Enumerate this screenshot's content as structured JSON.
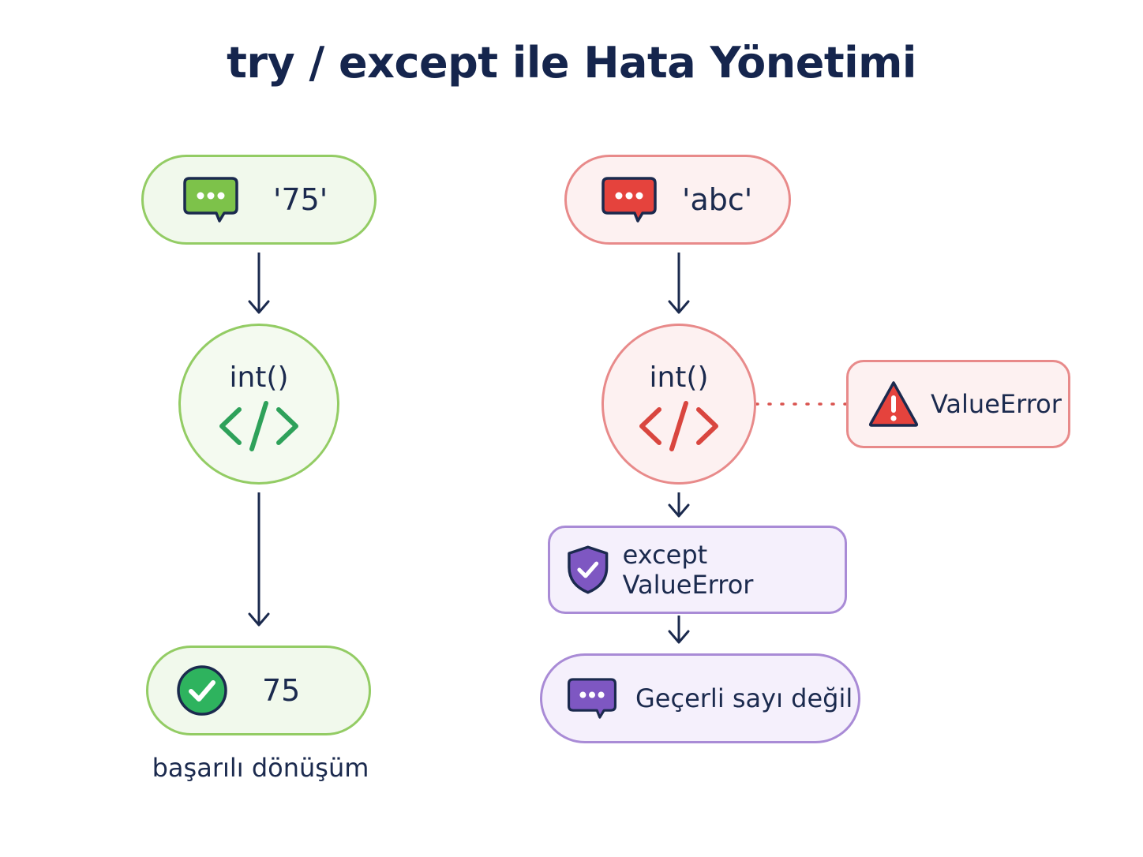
{
  "title": "try / except ile Hata Yönetimi",
  "success_flow": {
    "input_value": "'75'",
    "function_label": "int()",
    "result_value": "75",
    "caption": "başarılı dönüşüm"
  },
  "error_flow": {
    "input_value": "'abc'",
    "function_label": "int()",
    "error_label": "ValueError",
    "except_label": "except ValueError",
    "message_label": "Geçerli sayı değil"
  },
  "colors": {
    "green_border": "#93cc64",
    "red_border": "#e88a8a",
    "purple_border": "#a98bd6",
    "navy_text": "#1b2a4e"
  },
  "icons": [
    "chat-bubble-icon",
    "code-brackets-icon",
    "check-circle-icon",
    "warning-icon",
    "shield-check-icon"
  ]
}
